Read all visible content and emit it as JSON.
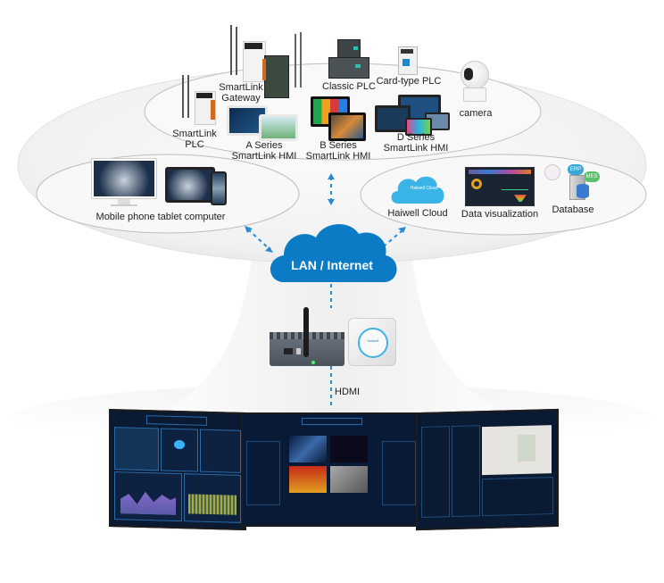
{
  "devices_top": [
    {
      "id": "smartlink-plc",
      "label_lines": [
        "SmartLink",
        "PLC"
      ]
    },
    {
      "id": "smartlink-gateway",
      "label_lines": [
        "SmartLink",
        "Gateway"
      ]
    },
    {
      "id": "classic-plc",
      "label_lines": [
        "Classic PLC"
      ]
    },
    {
      "id": "card-type-plc",
      "label_lines": [
        "Card-type PLC"
      ]
    },
    {
      "id": "camera",
      "label_lines": [
        "camera"
      ]
    },
    {
      "id": "a-series-hmi",
      "label_lines": [
        "A Series",
        "SmartLink HMI"
      ]
    },
    {
      "id": "b-series-hmi",
      "label_lines": [
        "B Series",
        "SmartLink HMI"
      ]
    },
    {
      "id": "d-series-hmi",
      "label_lines": [
        "D Series",
        "SmartLink HMI"
      ]
    }
  ],
  "left_group": {
    "label": "Mobile phone tablet computer"
  },
  "right_group": {
    "items": [
      {
        "label": "Haiwell Cloud",
        "inner_text": "Haiwell Cloud"
      },
      {
        "label": "Data visualization"
      },
      {
        "label": "Database",
        "badges": [
          "ERP",
          "MES"
        ]
      }
    ]
  },
  "network": {
    "label": "LAN / Internet"
  },
  "gateway_box": {
    "brand": "Haiwell"
  },
  "connection": {
    "label": "HDMI"
  },
  "colors": {
    "cloud": "#0a7bc4",
    "dashed": "#2a8ad4",
    "panel": "#f4f4f4",
    "screen_bg": "#0b1a33"
  }
}
